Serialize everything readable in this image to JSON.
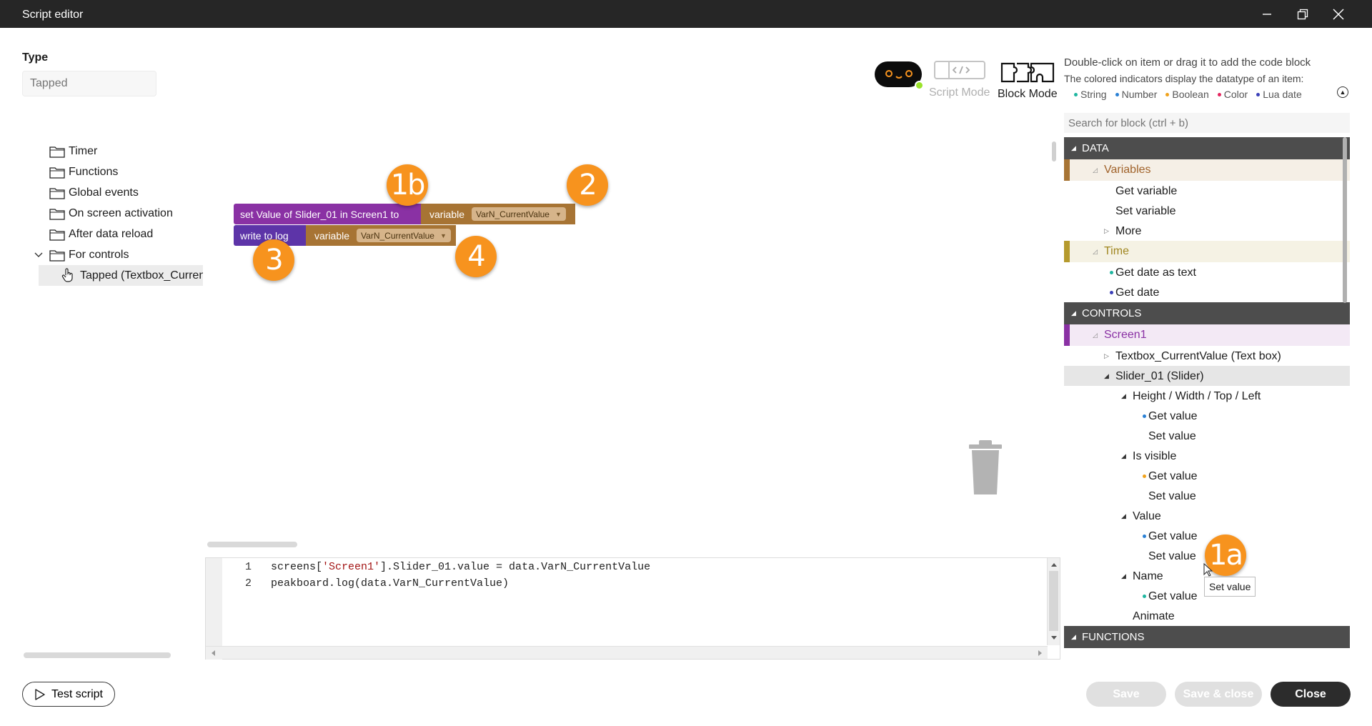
{
  "window": {
    "title": "Script editor"
  },
  "type": {
    "label": "Type",
    "placeholder": "Tapped"
  },
  "left_tree": [
    {
      "label": "Timer"
    },
    {
      "label": "Functions"
    },
    {
      "label": "Global events"
    },
    {
      "label": "On screen activation"
    },
    {
      "label": "After data reload"
    },
    {
      "label": "For controls"
    },
    {
      "label": "Tapped (Textbox_Current"
    }
  ],
  "blocks": {
    "set_label": "set Value of Slider_01 in Screen1 to",
    "var_label": "variable",
    "var_value": "VarN_CurrentValue",
    "log_label": "write to log",
    "var2_label": "variable",
    "var2_value": "VarN_CurrentValue"
  },
  "badges": [
    "1b",
    "2",
    "3",
    "4",
    "1a"
  ],
  "code": {
    "line_numbers": [
      "1",
      "2"
    ],
    "line1_pre": "screens[",
    "line1_str": "'Screen1'",
    "line1_post": "].Slider_01.value = data.VarN_CurrentValue",
    "line2": "peakboard.log(data.VarN_CurrentValue)"
  },
  "modes": {
    "script": "Script Mode",
    "block": "Block Mode"
  },
  "help": {
    "line1": "Double-click on item or drag it to add the code block",
    "line2": "The colored indicators display the datatype of an item:",
    "legend": [
      {
        "label": "String",
        "color": "#1fb6a0"
      },
      {
        "label": "Number",
        "color": "#2a80d4"
      },
      {
        "label": "Boolean",
        "color": "#f0a21c"
      },
      {
        "label": "Color",
        "color": "#e5265f"
      },
      {
        "label": "Lua date",
        "color": "#3a3fb8"
      }
    ]
  },
  "search": {
    "placeholder": "Search for block (ctrl + b)"
  },
  "right_tree": {
    "data": "DATA",
    "variables": "Variables",
    "get_variable": "Get variable",
    "set_variable": "Set variable",
    "more": "More",
    "time": "Time",
    "get_date_as_text": "Get date as text",
    "get_date": "Get date",
    "controls": "CONTROLS",
    "screen1": "Screen1",
    "textbox": "Textbox_CurrentValue (Text box)",
    "slider": "Slider_01 (Slider)",
    "hwtl": "Height / Width / Top / Left",
    "get_value": "Get value",
    "set_value": "Set value",
    "is_visible": "Is visible",
    "value": "Value",
    "name": "Name",
    "animate": "Animate",
    "functions": "FUNCTIONS"
  },
  "tooltip": "Set value",
  "buttons": {
    "test": "Test script",
    "save": "Save",
    "save_close": "Save & close",
    "close": "Close"
  },
  "colors": {
    "accent_orange": "#f7931e",
    "block_purple": "#8a31a4",
    "block_variable": "#a77434",
    "log_purple": "#5d34a8"
  }
}
